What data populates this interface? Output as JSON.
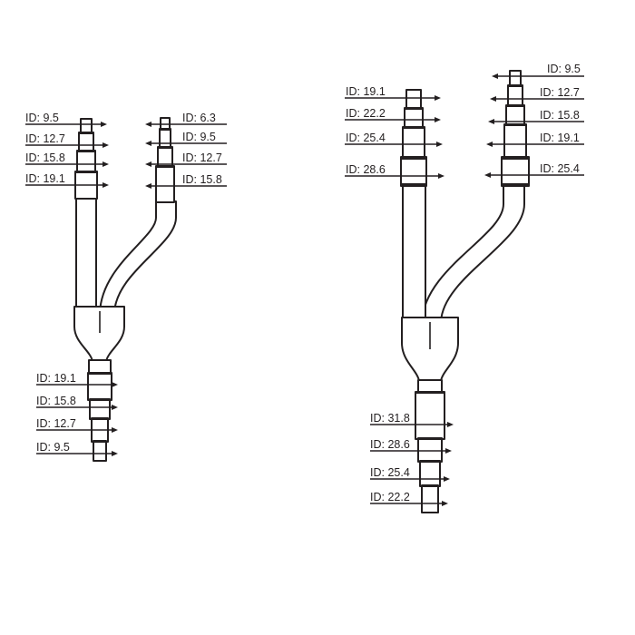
{
  "diagrams": [
    {
      "name": "small-branch-joint",
      "top_left_labels": [
        "ID: 9.5",
        "ID: 12.7",
        "ID: 15.8",
        "ID: 19.1"
      ],
      "top_right_labels": [
        "ID: 6.3",
        "ID: 9.5",
        "ID: 12.7",
        "ID: 15.8"
      ],
      "bottom_labels": [
        "ID: 19.1",
        "ID: 15.8",
        "ID: 12.7",
        "ID: 9.5"
      ]
    },
    {
      "name": "large-branch-joint",
      "top_left_labels": [
        "ID: 19.1",
        "ID: 22.2",
        "ID: 25.4",
        "ID: 28.6"
      ],
      "top_right_labels": [
        "ID: 9.5",
        "ID: 12.7",
        "ID: 15.8",
        "ID: 19.1",
        "ID: 25.4"
      ],
      "bottom_labels": [
        "ID: 31.8",
        "ID: 28.6",
        "ID: 25.4",
        "ID: 22.2"
      ]
    }
  ]
}
